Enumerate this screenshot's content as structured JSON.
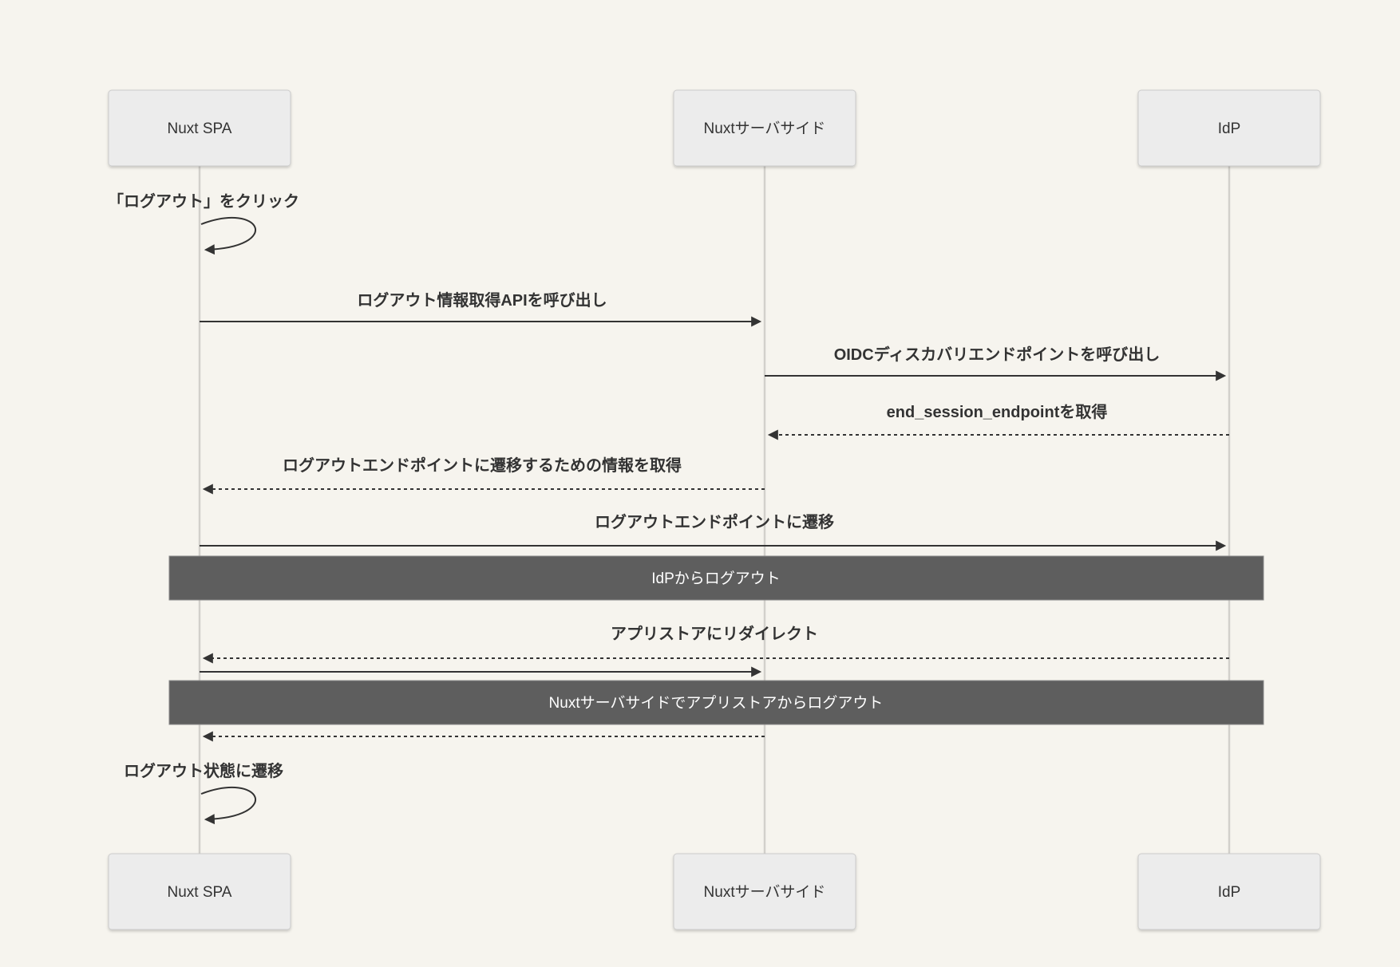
{
  "diagram": {
    "type": "sequence-diagram",
    "colors": {
      "background": "#f6f4ee",
      "actor_fill": "#ececec",
      "actor_border": "#cccccc",
      "lifeline": "#d2d0cb",
      "arrow_and_text": "#333333",
      "band_fill": "#5e5e5e",
      "band_text": "#ffffff"
    },
    "actors": [
      {
        "label": "Nuxt SPA"
      },
      {
        "label": "Nuxtサーバサイド"
      },
      {
        "label": "IdP"
      }
    ],
    "messages": [
      {
        "label": "「ログアウト」をクリック",
        "from": "Nuxt SPA",
        "to": "Nuxt SPA",
        "style": "self-solid"
      },
      {
        "label": "ログアウト情報取得APIを呼び出し",
        "from": "Nuxt SPA",
        "to": "Nuxtサーバサイド",
        "style": "solid"
      },
      {
        "label": "OIDCディスカバリエンドポイントを呼び出し",
        "from": "Nuxtサーバサイド",
        "to": "IdP",
        "style": "solid"
      },
      {
        "label": "end_session_endpointを取得",
        "from": "IdP",
        "to": "Nuxtサーバサイド",
        "style": "dashed"
      },
      {
        "label": "ログアウトエンドポイントに遷移するための情報を取得",
        "from": "Nuxtサーバサイド",
        "to": "Nuxt SPA",
        "style": "dashed"
      },
      {
        "label": "ログアウトエンドポイントに遷移",
        "from": "Nuxt SPA",
        "to": "IdP",
        "style": "solid"
      },
      {
        "label": "IdPからログアウト",
        "style": "band-over-all"
      },
      {
        "label": "アプリストアにリダイレクト",
        "from": "IdP",
        "to": "Nuxt SPA",
        "style": "dashed"
      },
      {
        "label": "",
        "from": "Nuxt SPA",
        "to": "Nuxtサーバサイド",
        "style": "solid"
      },
      {
        "label": "Nuxtサーバサイドでアプリストアからログアウト",
        "style": "band-over-all"
      },
      {
        "label": "",
        "from": "Nuxtサーバサイド",
        "to": "Nuxt SPA",
        "style": "dashed"
      },
      {
        "label": "ログアウト状態に遷移",
        "from": "Nuxt SPA",
        "to": "Nuxt SPA",
        "style": "self-solid"
      }
    ]
  }
}
